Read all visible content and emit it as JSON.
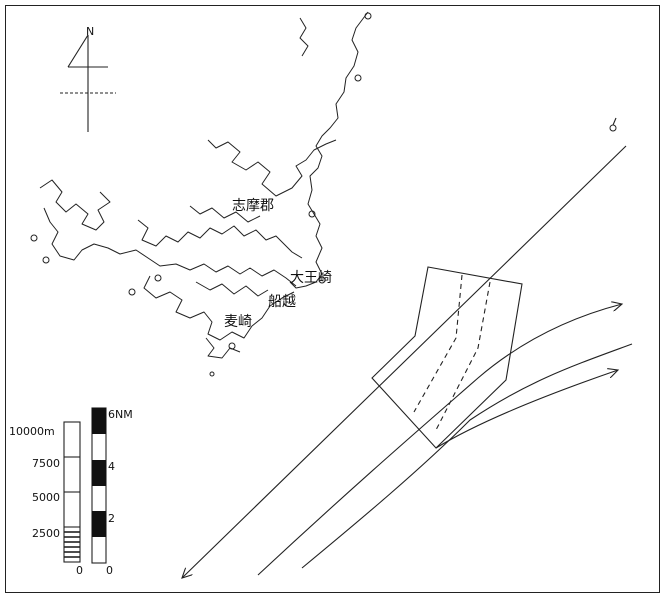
{
  "map": {
    "north_label": "N",
    "places": {
      "district": "志摩郡",
      "daiozaki": "大王崎",
      "funakoshi": "船越",
      "mugisaki": "麦崎"
    },
    "scale_meters": {
      "top": "10000m",
      "t7500": "7500",
      "t5000": "5000",
      "t2500": "2500",
      "zero": "0"
    },
    "scale_nautical": {
      "top": "6NM",
      "t4": "4",
      "t2": "2",
      "zero": "0"
    }
  }
}
